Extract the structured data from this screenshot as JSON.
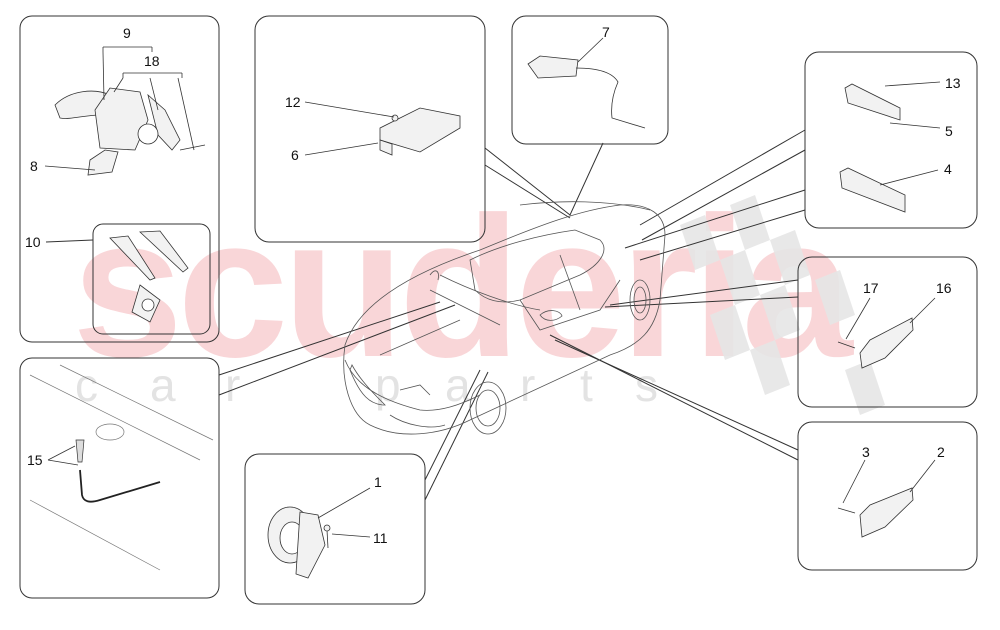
{
  "watermark": {
    "main_text": "scuderia",
    "sub_letters": [
      "c",
      "a",
      "r",
      "p",
      "a",
      "r",
      "t",
      "s"
    ],
    "main_color": "#f7c9cc",
    "sub_color": "#e3e3e3"
  },
  "diagram": {
    "subject": "car alarm / keyless entry components",
    "line_color": "#333333",
    "panels": [
      {
        "id": "keys",
        "callouts": [
          "9",
          "18",
          "8",
          "10"
        ]
      },
      {
        "id": "control-unit",
        "callouts": [
          "12",
          "6"
        ]
      },
      {
        "id": "antenna-module",
        "callouts": [
          "7"
        ]
      },
      {
        "id": "rear-sensors",
        "callouts": [
          "13",
          "5",
          "4"
        ]
      },
      {
        "id": "door-sensor-upper",
        "callouts": [
          "17",
          "16"
        ]
      },
      {
        "id": "door-sensor-lower",
        "callouts": [
          "3",
          "2"
        ]
      },
      {
        "id": "bonnet-switch",
        "callouts": [
          "15"
        ]
      },
      {
        "id": "siren",
        "callouts": [
          "1",
          "11"
        ]
      }
    ],
    "labels": {
      "l1": "1",
      "l2": "2",
      "l3": "3",
      "l4": "4",
      "l5": "5",
      "l6": "6",
      "l7": "7",
      "l8": "8",
      "l9": "9",
      "l10": "10",
      "l11": "11",
      "l12": "12",
      "l13": "13",
      "l15": "15",
      "l16": "16",
      "l17": "17",
      "l18": "18"
    }
  }
}
